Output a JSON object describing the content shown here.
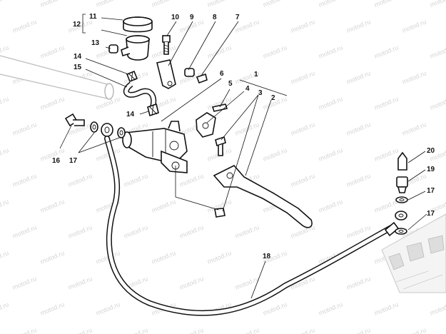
{
  "watermark": "motod.ru",
  "callouts": [
    {
      "id": "c1",
      "text": "1"
    },
    {
      "id": "c2",
      "text": "2"
    },
    {
      "id": "c3",
      "text": "3"
    },
    {
      "id": "c4",
      "text": "4"
    },
    {
      "id": "c5",
      "text": "5"
    },
    {
      "id": "c6",
      "text": "6"
    },
    {
      "id": "c7",
      "text": "7"
    },
    {
      "id": "c8",
      "text": "8"
    },
    {
      "id": "c9",
      "text": "9"
    },
    {
      "id": "c10",
      "text": "10"
    },
    {
      "id": "c11",
      "text": "11"
    },
    {
      "id": "c12",
      "text": "12"
    },
    {
      "id": "c13",
      "text": "13"
    },
    {
      "id": "c14a",
      "text": "14"
    },
    {
      "id": "c14b",
      "text": "14"
    },
    {
      "id": "c15",
      "text": "15"
    },
    {
      "id": "c16",
      "text": "16"
    },
    {
      "id": "c17a",
      "text": "17"
    },
    {
      "id": "c17b",
      "text": "17"
    },
    {
      "id": "c17c",
      "text": "17"
    },
    {
      "id": "c18",
      "text": "18"
    },
    {
      "id": "c19",
      "text": "19"
    },
    {
      "id": "c20",
      "text": "20"
    }
  ]
}
